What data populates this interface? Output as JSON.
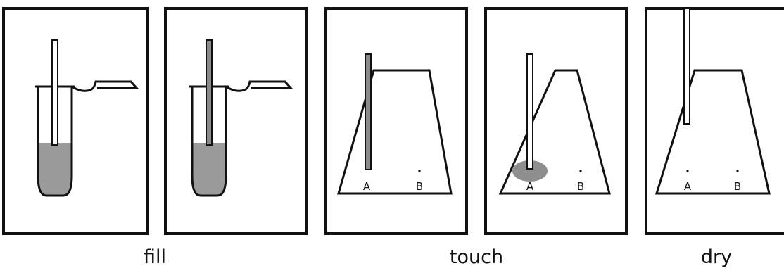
{
  "captions": {
    "fill": "fill",
    "touch": "touch",
    "dry": "dry"
  },
  "labels": {
    "panel3": {
      "a": "A",
      "b": "B"
    },
    "panel4": {
      "a": "A",
      "b": "B"
    },
    "panel5": {
      "a": "A",
      "b": "B"
    }
  },
  "colors": {
    "ink": "#111111",
    "liquid": "#9a9a9a",
    "spot": "#8e8e8e",
    "paper": "#ffffff"
  }
}
